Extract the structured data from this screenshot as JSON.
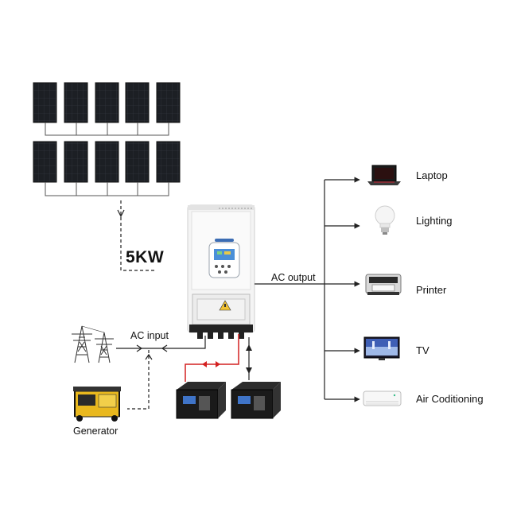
{
  "diagram": {
    "power_rating": "5KW",
    "ac_input_label": "AC input",
    "ac_output_label": "AC output",
    "generator_label": "Generator",
    "loads": [
      {
        "label": "Laptop",
        "icon": "laptop-icon"
      },
      {
        "label": "Lighting",
        "icon": "light-bulb-icon"
      },
      {
        "label": "Printer",
        "icon": "printer-icon"
      },
      {
        "label": "TV",
        "icon": "tv-icon"
      },
      {
        "label": "Air Coditioning",
        "icon": "air-conditioner-icon"
      }
    ],
    "colors": {
      "line": "#333333",
      "battery_link": "#d42020",
      "panel": "#1c1f24",
      "inverter_body": "#f4f4f4"
    }
  }
}
